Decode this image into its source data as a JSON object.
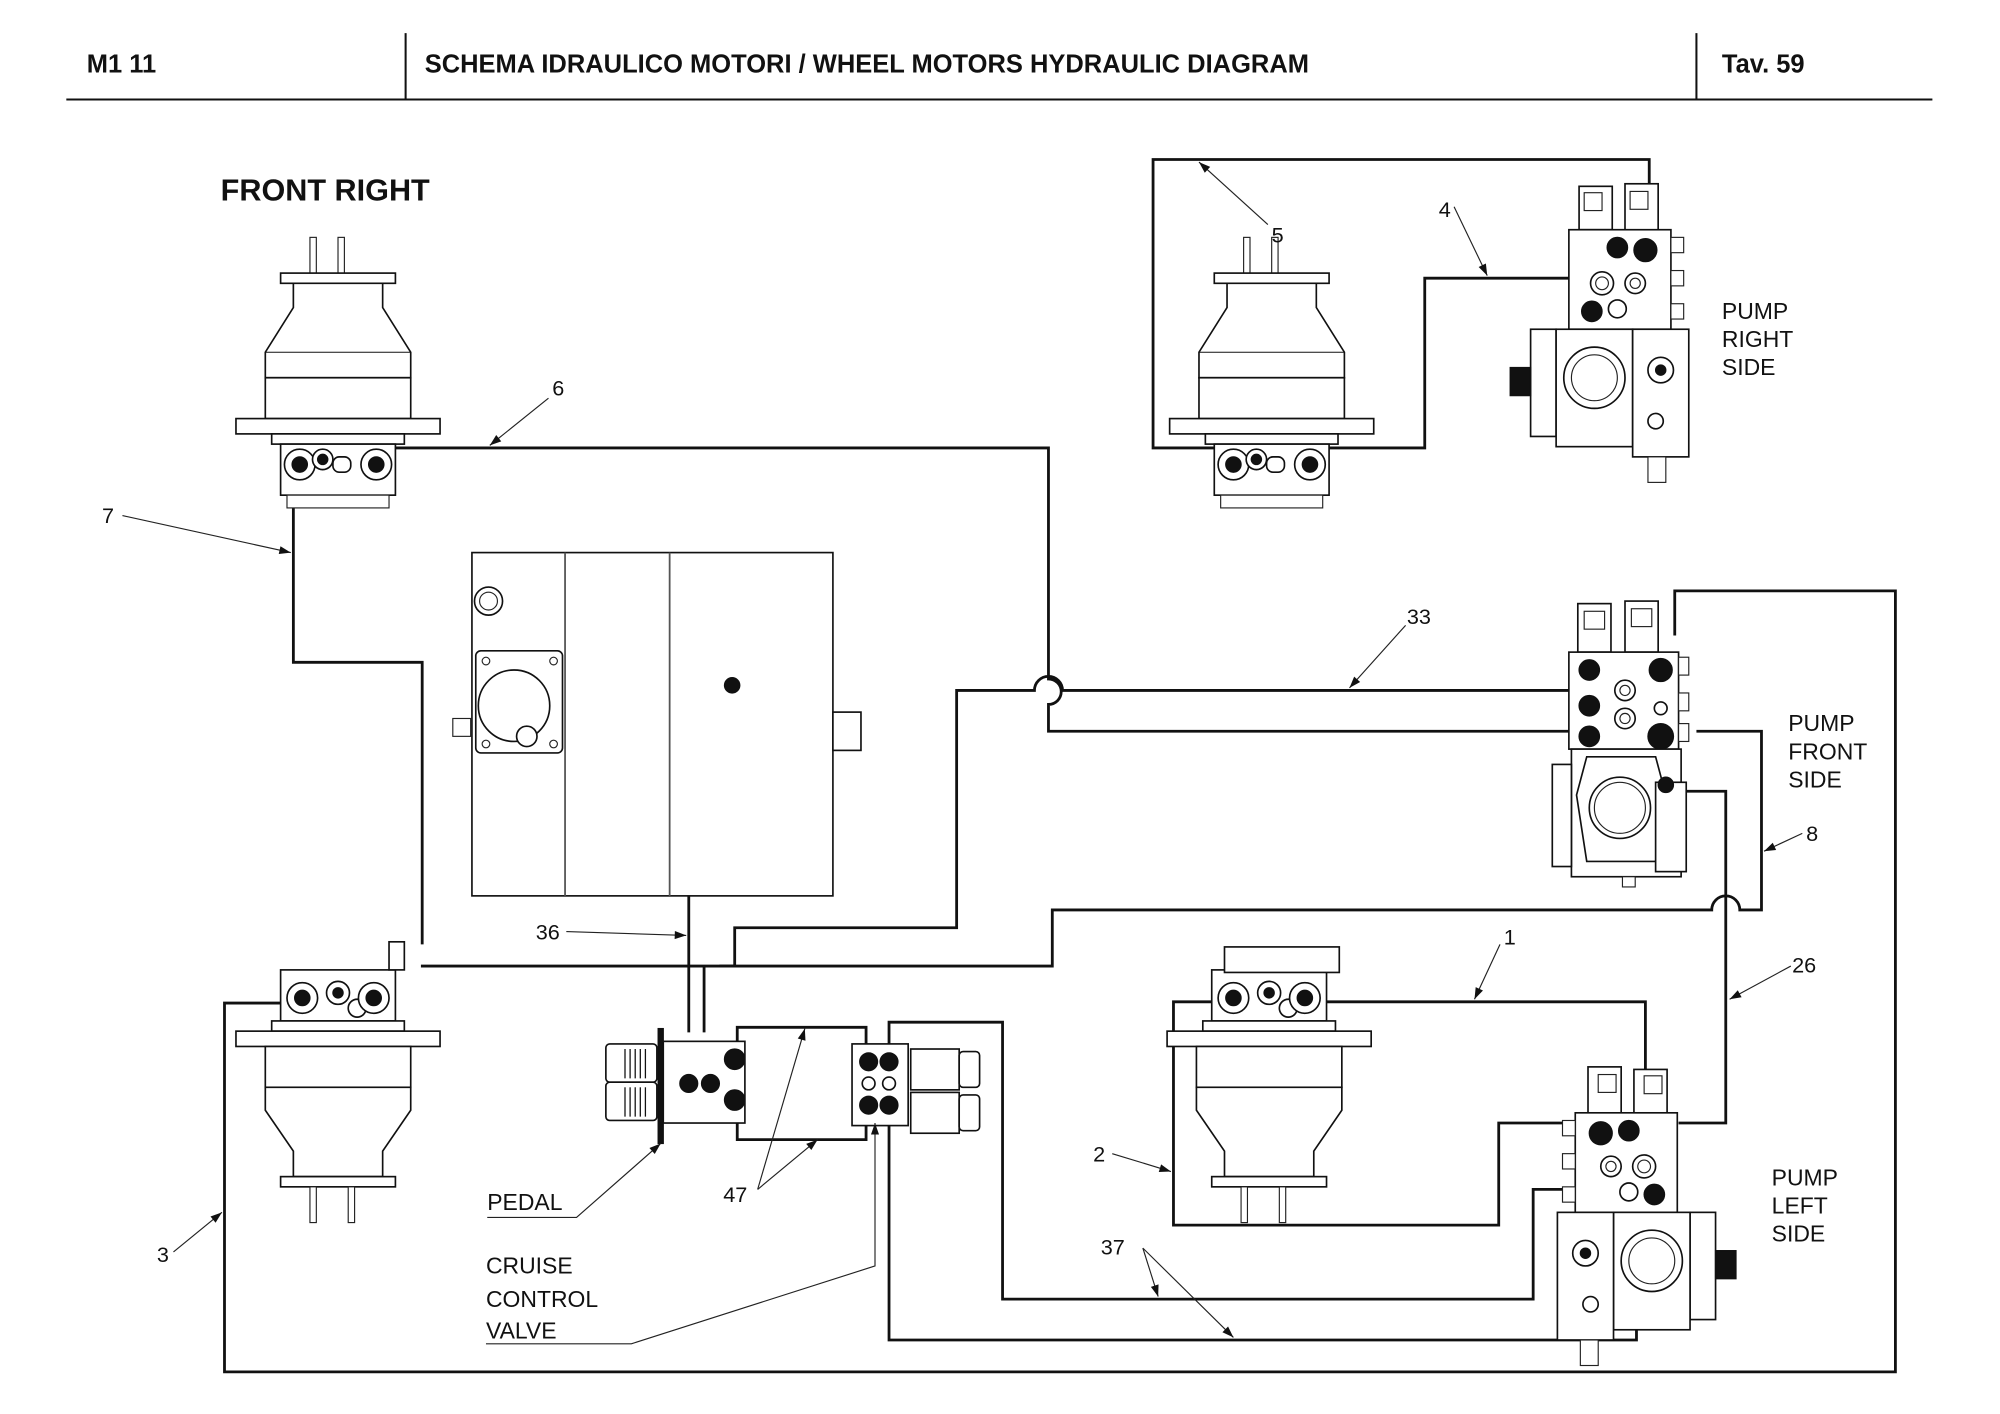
{
  "header": {
    "code": "M1 11",
    "title": "SCHEMA IDRAULICO MOTORI / WHEEL MOTORS HYDRAULIC DIAGRAM",
    "table_ref": "Tav.  59"
  },
  "diagram": {
    "section_title": "FRONT RIGHT",
    "components": {
      "pump_right": [
        "PUMP",
        "RIGHT",
        "SIDE"
      ],
      "pump_front": [
        "PUMP",
        "FRONT",
        "SIDE"
      ],
      "pump_left": [
        "PUMP",
        "LEFT",
        "SIDE"
      ],
      "pedal": "PEDAL",
      "cruise_control_valve": [
        "CRUISE",
        "CONTROL",
        "VALVE"
      ]
    },
    "callouts": {
      "c1": "1",
      "c2": "2",
      "c3": "3",
      "c4": "4",
      "c5": "5",
      "c6": "6",
      "c7": "7",
      "c8": "8",
      "c26": "26",
      "c33": "33",
      "c36": "36",
      "c37": "37",
      "c47": "47"
    }
  }
}
